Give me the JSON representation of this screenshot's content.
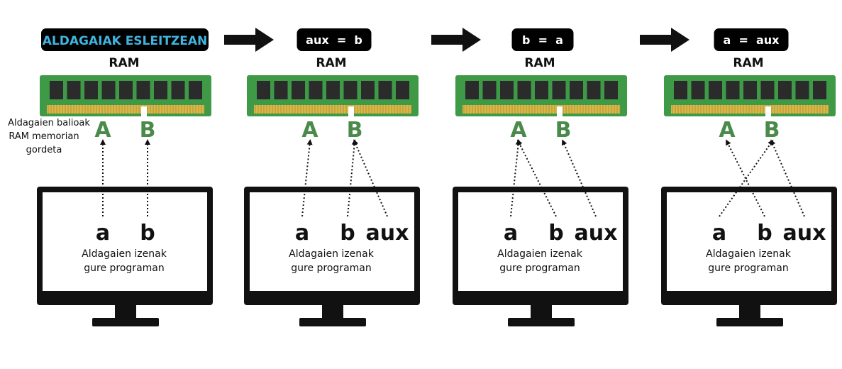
{
  "title": "ALDAGAIAK ESLEITZEAN",
  "ram_label": "RAM",
  "memory_note": [
    "Aldagaien balioak",
    "RAM memorian",
    "gordeta"
  ],
  "screen_caption": [
    "Aldagaien izenak",
    "gure programan"
  ],
  "memory_slots": [
    "A",
    "B"
  ],
  "steps": [
    {
      "code": "",
      "variables": [
        "a",
        "b"
      ],
      "links": [
        [
          "a",
          "A"
        ],
        [
          "b",
          "B"
        ]
      ]
    },
    {
      "code": "aux  =  b",
      "variables": [
        "a",
        "b",
        "aux"
      ],
      "links": [
        [
          "a",
          "A"
        ],
        [
          "b",
          "B"
        ],
        [
          "aux",
          "B"
        ]
      ]
    },
    {
      "code": "b  =  a",
      "variables": [
        "a",
        "b",
        "aux"
      ],
      "links": [
        [
          "a",
          "A"
        ],
        [
          "b",
          "A"
        ],
        [
          "aux",
          "B"
        ]
      ]
    },
    {
      "code": "a  =  aux",
      "variables": [
        "a",
        "b",
        "aux"
      ],
      "links": [
        [
          "a",
          "B"
        ],
        [
          "b",
          "A"
        ],
        [
          "aux",
          "B"
        ]
      ]
    }
  ],
  "colors": {
    "title_fg": "#3fb5e0",
    "badge_bg": "#000000",
    "slot_label": "#4a8a4a",
    "ram_board": "#3e9a46",
    "ram_chip": "#2b2b2b",
    "ram_pins": "#d9b84a",
    "monitor": "#111111"
  }
}
